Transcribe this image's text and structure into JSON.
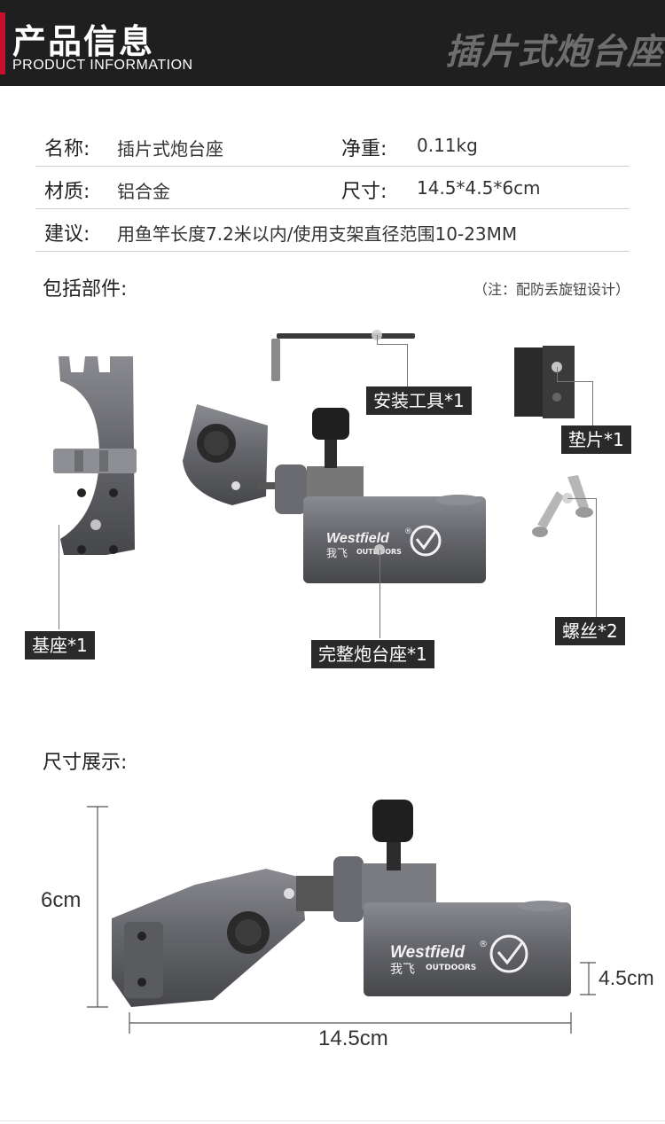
{
  "header": {
    "title_cn": "产品信息",
    "title_en": "PRODUCT INFORMATION",
    "title_right": "插片式炮台座"
  },
  "specs": {
    "name_label": "名称:",
    "name_value": "插片式炮台座",
    "weight_label": "净重:",
    "weight_value": "0.11kg",
    "material_label": "材质:",
    "material_value": "铝合金",
    "size_label": "尺寸:",
    "size_value": "14.5*4.5*6cm",
    "advice_label": "建议:",
    "advice_value": "用鱼竿长度7.2米以内/使用支架直径范围10-23MM"
  },
  "parts": {
    "section_title": "包括部件:",
    "note": "（注：配防丢旋钮设计）",
    "labels": {
      "tool": "安装工具*1",
      "pad": "垫片*1",
      "screw": "螺丝*2",
      "base": "基座*1",
      "full": "完整炮台座*1"
    }
  },
  "brand": {
    "name": "Westfield",
    "sub": "OUTDOORS",
    "cn": "我飞",
    "reg": "®"
  },
  "dimensions": {
    "section_title": "尺寸展示:",
    "height": "6cm",
    "diameter": "4.5cm",
    "length": "14.5cm"
  },
  "colors": {
    "header_bg": "#1f1f1f",
    "accent": "#c8102e",
    "metal": "#5f6064",
    "label_bg": "#2a2a2a"
  }
}
